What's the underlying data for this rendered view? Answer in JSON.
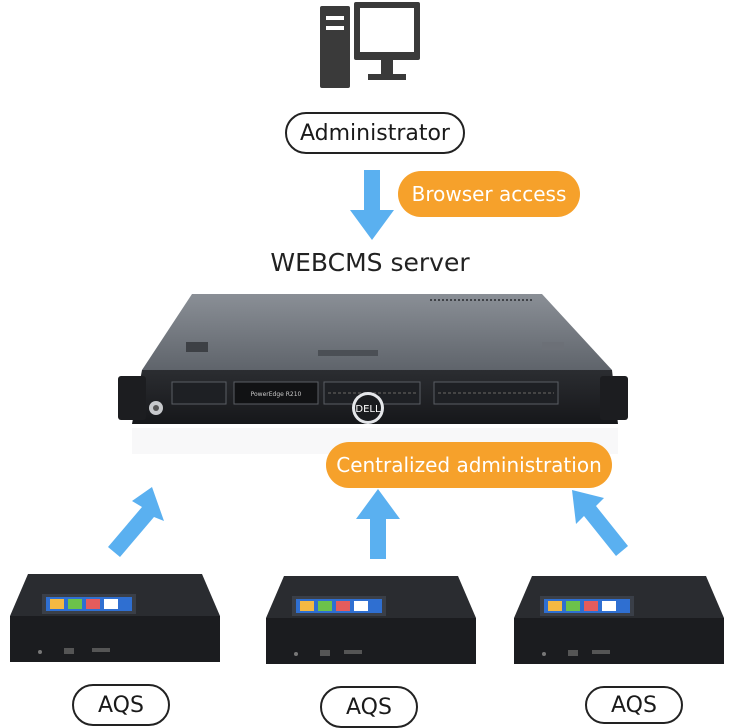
{
  "administrator": {
    "label": "Administrator"
  },
  "browser_access": {
    "label": "Browser access"
  },
  "server": {
    "title": "WEBCMS server",
    "model_text": "PowerEdge R210",
    "brand": "DELL"
  },
  "centralized": {
    "label": "Centralized administration"
  },
  "devices": [
    {
      "label": "AQS"
    },
    {
      "label": "AQS"
    },
    {
      "label": "AQS"
    }
  ],
  "colors": {
    "arrow": "#5ab0f0",
    "accent": "#f6a12b",
    "outline": "#222222"
  }
}
